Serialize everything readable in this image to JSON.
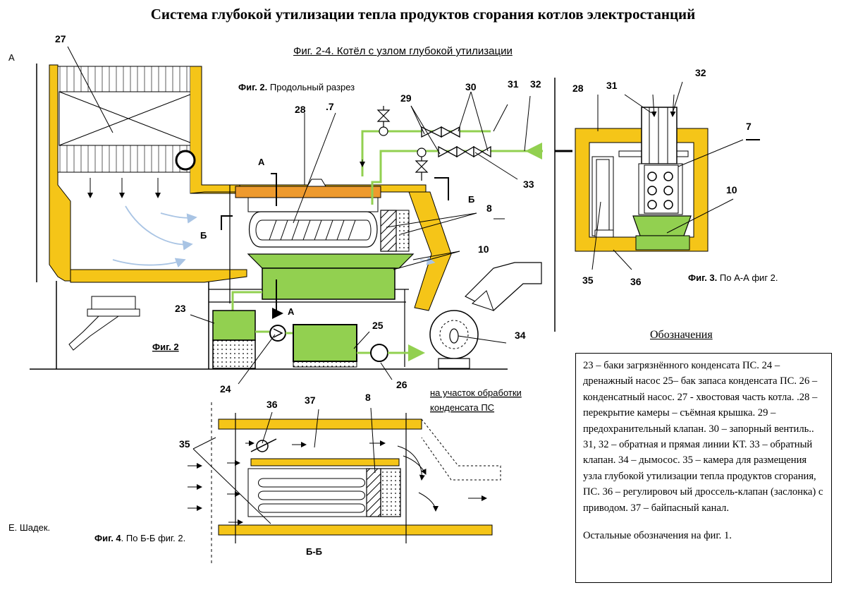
{
  "title": "Система глубокой утилизации тепла продуктов сгорания котлов  электростанций",
  "subtitle": "Фиг. 2-4.  Котёл с узлом глубокой утилизации",
  "fig2": {
    "caption_bold": "Фиг. 2.",
    "caption_rest": " Продольный разрез",
    "bottom_label": "Фиг. 2",
    "section_a": "А",
    "section_b": "Б",
    "outlet_line1": "на участок обработки",
    "outlet_line2": "конденсата ПС"
  },
  "fig3": {
    "caption_bold": "Фиг. 3.",
    "caption_rest": " По  А-А фиг 2."
  },
  "fig4": {
    "caption_bold": "Фиг. 4",
    "caption_rest": ". По Б-Б фиг. 2.",
    "section": "Б-Б"
  },
  "corner_letter": "А",
  "author": "Е. Шадек.",
  "numbers": {
    "n27": "27",
    "n28": "28",
    "n7a": ".7",
    "n29": "29",
    "n30": "30",
    "n31": "31",
    "n32": "32",
    "n33": "33",
    "n8": "8",
    "n10": "10",
    "n23": "23",
    "n25": "25",
    "n34": "34",
    "n24": "24",
    "n26": "26",
    "n35": "35",
    "n36": "36",
    "n37": "37",
    "n7": "7"
  },
  "legend": {
    "title": "Обозначения",
    "text": "23 – баки загрязнённого конденсата ПС. 24 – дренажный насос 25– бак запаса конденсата ПС. 26 – конденсатный насос. 27 - хвостовая часть котла. .28 – перекрытие камеры – съёмная крышка. 29 –предохранительный клапан. 30 – запорный вентиль.. 31, 32 – обратная и прямая линии КТ. 33 – обратный клапан. 34 – дымосос. 35 – камера для размещения узла глубокой утилизации тепла продуктов сгорания,  ПС. 36 – регулировоч ый дроссель-клапан (заслонка) с приводом. 37 – байпасный канал.",
    "note": "Остальные обозначения на фиг. 1."
  },
  "colors": {
    "duct": "#f5c518",
    "water": "#92d050",
    "cover": "#ee9a2e",
    "arrow_flow": "#a9c4e4",
    "line": "#000000"
  }
}
